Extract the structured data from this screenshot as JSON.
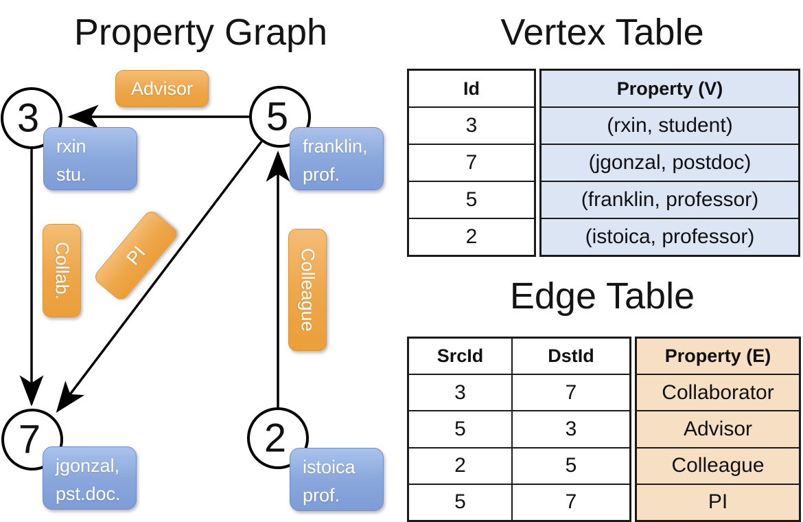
{
  "graph": {
    "title": "Property Graph",
    "vertices": [
      {
        "id": "3",
        "label_line1": "rxin",
        "label_line2": "stu."
      },
      {
        "id": "5",
        "label_line1": "franklin,",
        "label_line2": "prof."
      },
      {
        "id": "7",
        "label_line1": "jgonzal,",
        "label_line2": "pst.doc."
      },
      {
        "id": "2",
        "label_line1": "istoica",
        "label_line2": "prof."
      }
    ],
    "edge_labels": {
      "advisor": "Advisor",
      "collab": "Collab.",
      "pi": "PI",
      "colleague": "Colleague"
    }
  },
  "vertex_table": {
    "title": "Vertex Table",
    "columns": {
      "id": "Id",
      "property": "Property (V)"
    },
    "rows": [
      {
        "id": "3",
        "property": "(rxin, student)"
      },
      {
        "id": "7",
        "property": "(jgonzal, postdoc)"
      },
      {
        "id": "5",
        "property": "(franklin, professor)"
      },
      {
        "id": "2",
        "property": "(istoica, professor)"
      }
    ]
  },
  "edge_table": {
    "title": "Edge Table",
    "columns": {
      "src": "SrcId",
      "dst": "DstId",
      "property": "Property (E)"
    },
    "rows": [
      {
        "src": "3",
        "dst": "7",
        "property": "Collaborator"
      },
      {
        "src": "5",
        "dst": "3",
        "property": "Advisor"
      },
      {
        "src": "2",
        "dst": "5",
        "property": "Colleague"
      },
      {
        "src": "5",
        "dst": "7",
        "property": "PI"
      }
    ]
  },
  "colors": {
    "edge_label_orange": "#eda649",
    "vertex_label_blue": "#8aa8dc",
    "vertex_table_fill": "#dbe5f4",
    "edge_table_fill": "#f7dfc3",
    "line_black": "#000000"
  }
}
